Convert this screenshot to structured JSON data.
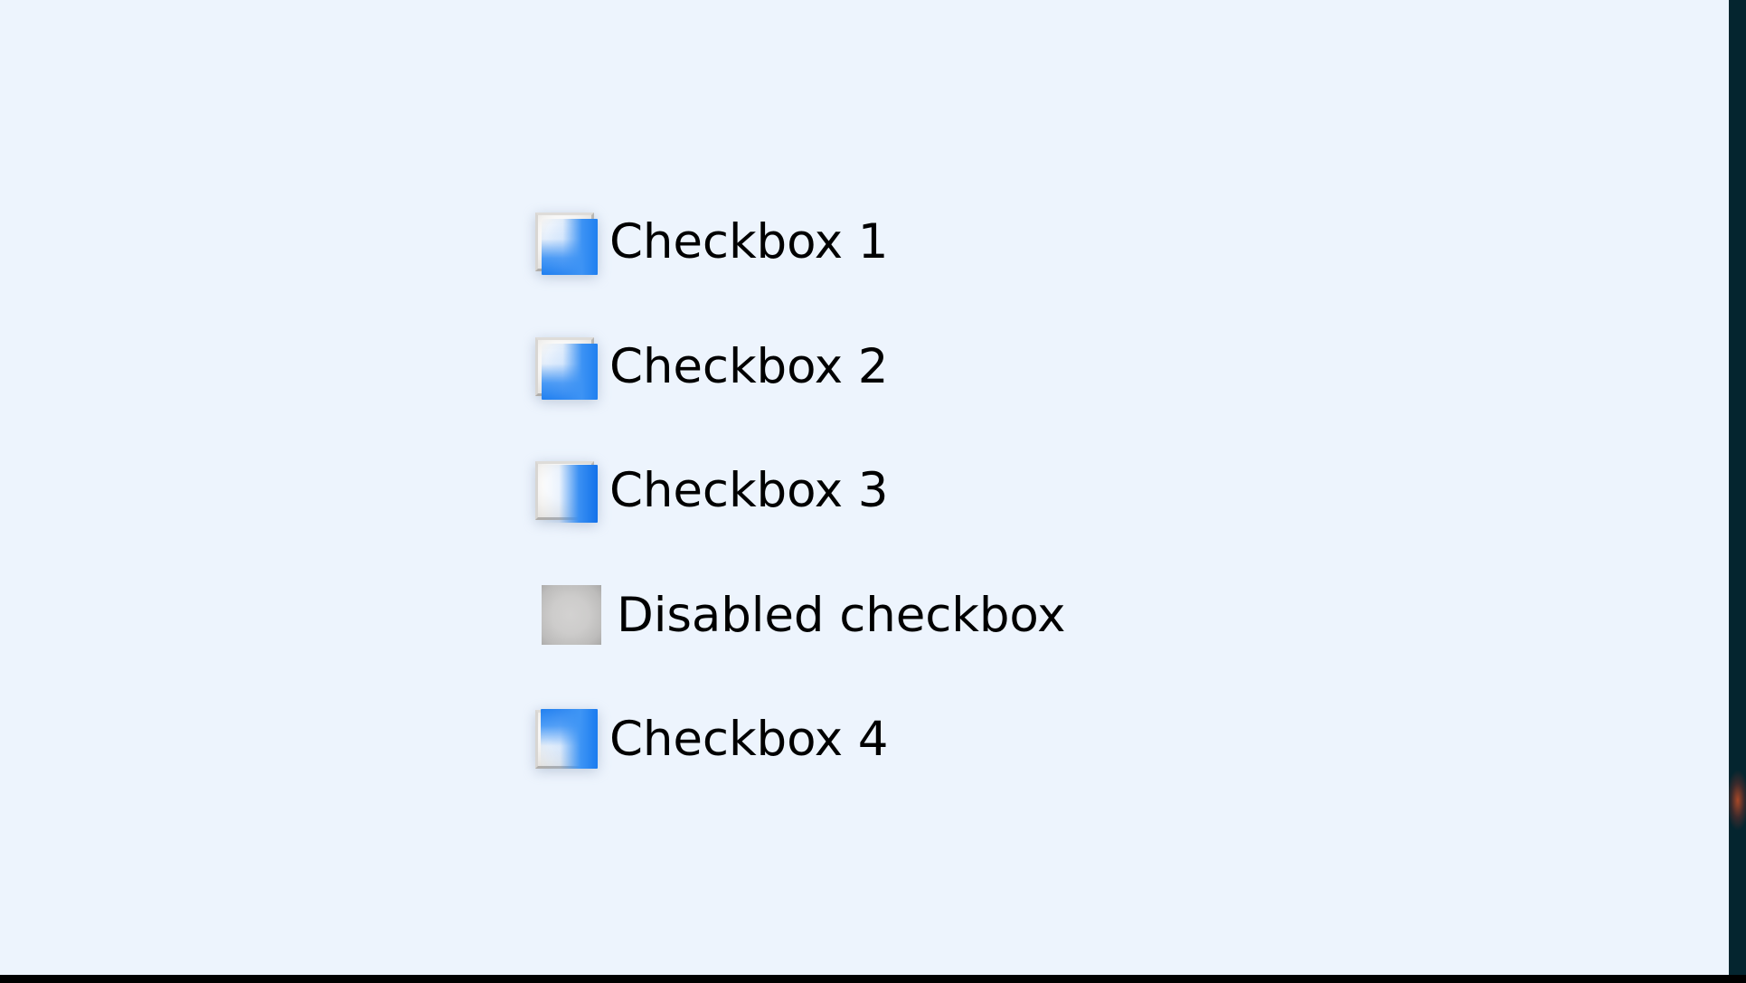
{
  "window": {
    "background_color": "#edf4fd",
    "right_edge_color": "#04252f",
    "bottom_edge_color": "#000000",
    "accent_glow_color": "#c44e26"
  },
  "checkbox_list": {
    "items": [
      {
        "label": "Checkbox 1",
        "checked": false,
        "disabled": false,
        "state": "focused",
        "bevel": "right-bottom",
        "accent_color": "#1f7ff0"
      },
      {
        "label": "Checkbox 2",
        "checked": false,
        "disabled": false,
        "state": "focused",
        "bevel": "right-bottom",
        "accent_color": "#1f7ff0"
      },
      {
        "label": "Checkbox 3",
        "checked": false,
        "disabled": false,
        "state": "focused",
        "bevel": "right",
        "accent_color": "#1271ea"
      },
      {
        "label": "Disabled checkbox",
        "checked": false,
        "disabled": true,
        "state": "disabled",
        "bevel": "none",
        "accent_color": "#bdbcbb"
      },
      {
        "label": "Checkbox 4",
        "checked": false,
        "disabled": false,
        "state": "focused",
        "bevel": "top-right",
        "accent_color": "#1a7bef"
      }
    ]
  }
}
